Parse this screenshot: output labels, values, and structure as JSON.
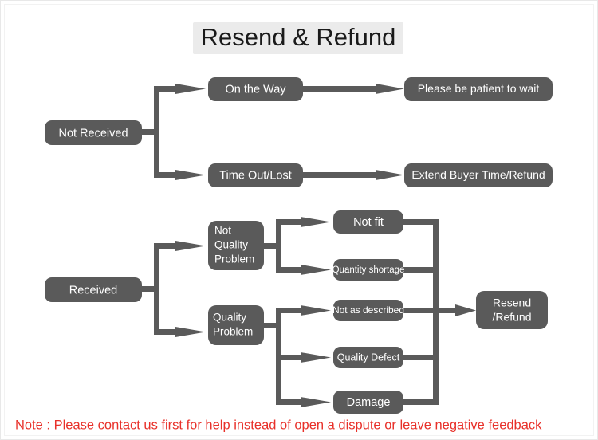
{
  "page": {
    "title": "Resend & Refund",
    "background": "#ffffff",
    "node_color": "#5a5a5a",
    "node_text_color": "#ffffff",
    "connector_color": "#5a5a5a",
    "note_color": "#e8312a",
    "title_band_color": "#ebebeb"
  },
  "note": {
    "text": "Note : Please contact us first for help instead of open a dispute or leave negative feedback"
  },
  "flow": {
    "branch_not_received": {
      "root_label": "Not Received",
      "options": [
        {
          "status_label": "On the Way",
          "action_label": "Please be patient to wait"
        },
        {
          "status_label": "Time Out/Lost",
          "action_label": "Extend Buyer Time/Refund"
        }
      ]
    },
    "branch_received": {
      "root_label": "Received",
      "categories": [
        {
          "category_label": "Not Quality Problem",
          "category_lines": [
            "Not",
            "Quality",
            "Problem"
          ],
          "reasons": [
            "Not fit",
            "Quantity shortage"
          ]
        },
        {
          "category_label": "Quality Problem",
          "category_lines": [
            "Quality",
            "Problem"
          ],
          "reasons": [
            "Not as described",
            "Quality Defect",
            "Damage"
          ]
        }
      ],
      "outcome_label": "Resend /Refund",
      "outcome_lines": [
        "Resend",
        "/Refund"
      ]
    }
  },
  "nodes": {
    "not_received": "Not Received",
    "on_the_way": "On the Way",
    "time_out_lost": "Time Out/Lost",
    "please_be_patient": "Please be patient to wait",
    "extend_buyer": "Extend Buyer Time/Refund",
    "received": "Received",
    "not_quality_1": "Not",
    "not_quality_2": "Quality",
    "not_quality_3": "Problem",
    "quality_1": "Quality",
    "quality_2": "Problem",
    "not_fit": "Not fit",
    "quantity_shortage": "Quantity shortage",
    "not_as_described": "Not as described",
    "quality_defect": "Quality Defect",
    "damage": "Damage",
    "resend_1": "Resend",
    "resend_2": "/Refund"
  }
}
